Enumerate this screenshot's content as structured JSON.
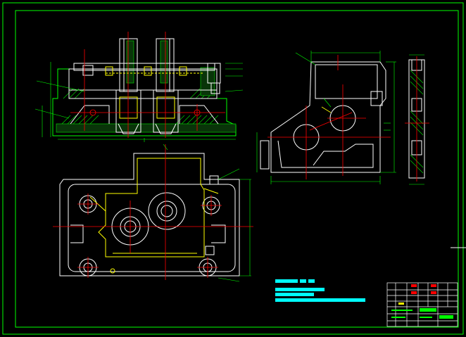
{
  "drawing": {
    "background": "#000000",
    "colors": {
      "border": "#00ff00",
      "outline": "#ffffff",
      "hidden_line": "#ffff00",
      "center_line": "#ff0000",
      "dimension": "#00ff00",
      "hatch": "#00ff00",
      "cyan_text": "#00ffff",
      "title_block_red": "#ff0000"
    },
    "views": [
      {
        "name": "front-section-view"
      },
      {
        "name": "plan-view"
      },
      {
        "name": "side-view"
      },
      {
        "name": "end-view"
      }
    ],
    "title_block": {
      "rows": 6,
      "columns": 7
    }
  }
}
